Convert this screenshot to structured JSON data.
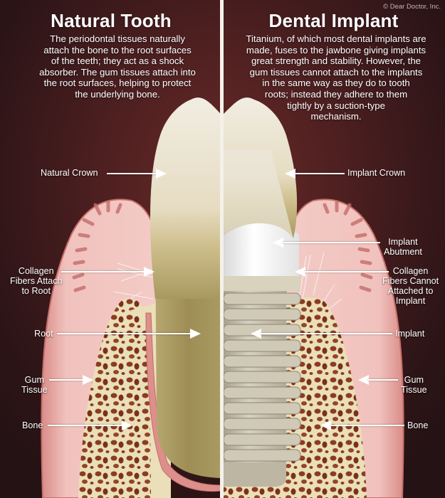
{
  "copyright": "© Dear Doctor, Inc.",
  "left_panel": {
    "title": "Natural Tooth",
    "description_lines": [
      "The periodontal tissues naturally",
      "attach the bone to the root surfaces",
      "of the teeth; they act as a shock",
      "absorber. The gum tissues attach into",
      "the root surfaces, helping to protect",
      "the underlying bone."
    ],
    "labels": {
      "crown": "Natural Crown",
      "collagen": [
        "Collagen",
        "Fibers Attach",
        "to Root"
      ],
      "root": "Root",
      "gum": [
        "Gum",
        "Tissue"
      ],
      "bone": "Bone"
    }
  },
  "right_panel": {
    "title": "Dental Implant",
    "description_lines": [
      "Titanium, of which most dental implants are",
      "made, fuses to the jawbone giving implants",
      "great strength and stability. However, the",
      "gum tissues cannot attach to the implants",
      "in the same way as they do to tooth",
      "roots; instead they adhere to them",
      "tightly by a suction-type",
      "mechanism."
    ],
    "labels": {
      "crown": "Implant Crown",
      "abutment": [
        "Implant",
        "Abutment"
      ],
      "collagen": [
        "Collagen",
        "Fibers Cannot",
        "Attached to",
        "Implant"
      ],
      "implant": "Implant",
      "gum": [
        "Gum",
        "Tissue"
      ],
      "bone": "Bone"
    }
  },
  "colors": {
    "background": "#4a1e1f",
    "gum": "#e9a9a4",
    "bone": "#eadfb8",
    "bone_pores": "#8a3a24",
    "crown": "#ece6d2",
    "root": "#a8975e",
    "implant": "#c9c2ad",
    "abutment": "#f3f3f3"
  }
}
